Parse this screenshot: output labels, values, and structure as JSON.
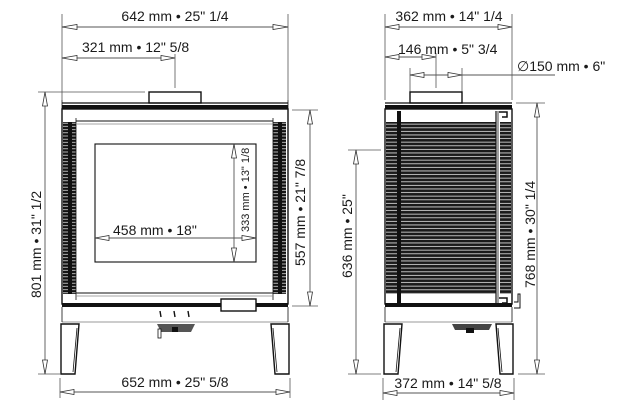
{
  "front_view": {
    "overall_width": "642 mm • 25\" 1/4",
    "flue_center_offset": "321 mm • 12\" 5/8",
    "overall_height": "801 mm • 31\" 1/2",
    "body_height": "557 mm • 21\" 7/8",
    "glass_width": "458 mm • 18\"",
    "glass_height": "333 mm • 13\" 1/8",
    "base_width": "652 mm • 25\" 5/8"
  },
  "side_view": {
    "overall_depth": "362 mm • 14\" 1/4",
    "flue_center_offset": "146 mm • 5\" 3/4",
    "flue_diameter": "150 mm • 6\"",
    "diameter_symbol": "∅",
    "floor_to_body_top": "636 mm • 25\"",
    "floor_to_flue_top": "768 mm • 30\" 1/4",
    "base_depth": "372 mm • 14\" 5/8"
  }
}
